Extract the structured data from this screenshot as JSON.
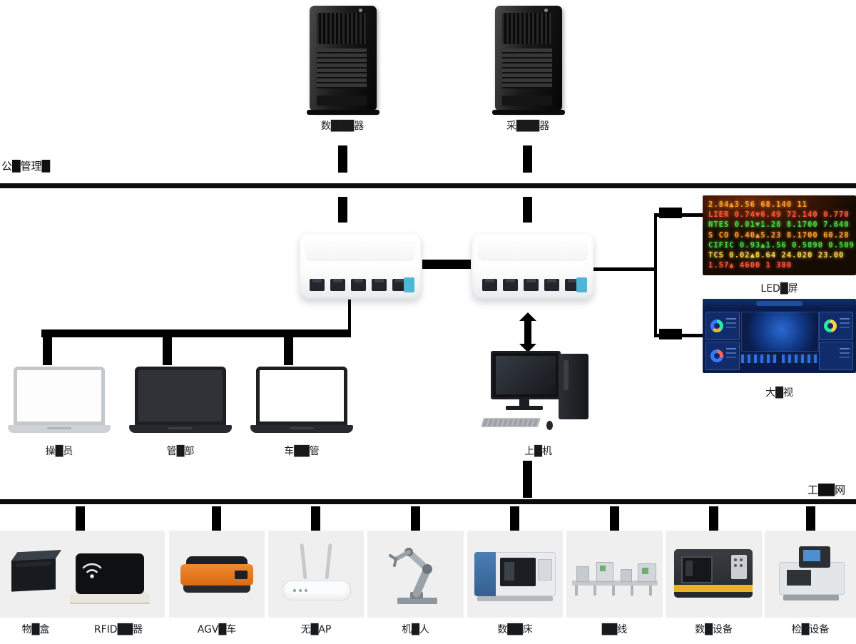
{
  "zones": {
    "top_left_label": "公█管理█",
    "bottom_right_label": "工██网"
  },
  "servers": [
    {
      "label": "数███器"
    },
    {
      "label": "采███器"
    }
  ],
  "workstations": [
    {
      "label": "操█员"
    },
    {
      "label": "管█部"
    },
    {
      "label": "车██管"
    }
  ],
  "pc": {
    "label": "上█机"
  },
  "displays": {
    "led": {
      "label": "LED█屏",
      "rows": [
        "2.84▲3.56 68.140 11",
        "LIER 0.74▼6.49 72.140 0.770",
        "NTES 0.01▼1.28 8.1700 7.640",
        "S CO 0.40▲5.23 8.1700 60.28",
        "CIFIC 0.93▲1.56 0.5890 0.509",
        "TCS 0.02▲8.64 24.020 23.00",
        "1.57▲ 4600 1 380"
      ]
    },
    "tv": {
      "label": "大█视"
    }
  },
  "equipment": [
    {
      "label": "物█盒"
    },
    {
      "label": "RFID██器"
    },
    {
      "label": "AGV█车"
    },
    {
      "label": "无█AP"
    },
    {
      "label": "机█人"
    },
    {
      "label": "数██床"
    },
    {
      "label": "██线"
    },
    {
      "label": "数█设备"
    },
    {
      "label": "检█设备"
    }
  ],
  "colors": {
    "connector": "#000000",
    "card_bg": "#efefef",
    "led_orange": "#ff9d2e",
    "led_green": "#47d943",
    "led_red": "#ff5638",
    "dashboard_bg": "#0a1c4a",
    "agv_orange": "#e87a22",
    "cnc_yellow": "#e9b424",
    "switch_tag_blue": "#4fb6d6"
  }
}
